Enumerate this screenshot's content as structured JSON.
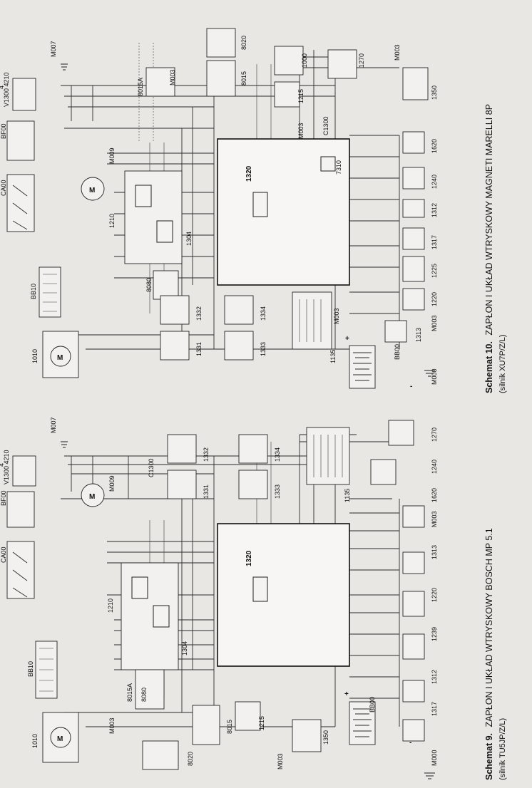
{
  "captions": {
    "left": {
      "prefix": "Schemat 9.",
      "title": "ZAPŁON I UKŁAD WTRYSKOWY BOSCH MP 5.1",
      "subtitle": "(silnik TU5JP/Z/L)"
    },
    "right": {
      "prefix": "Schemat 10.",
      "title": "ZAPŁON I UKŁAD WTRYSKOWY MAGNETI MARELLI 8P",
      "subtitle": "(silnik XU7P/Z/L)"
    }
  },
  "left": {
    "ecu": "1320",
    "components": {
      "c1010": "1010",
      "c1210": "1210",
      "c1304": "1304",
      "c1300": "C1300",
      "c1331": "1331",
      "c1332": "1332",
      "c1333": "1333",
      "c1334": "1334",
      "c1135": "1135",
      "c1270": "1270",
      "c1240": "1240",
      "c1620": "1620",
      "c1313": "1313",
      "c1220": "1220",
      "c1239": "1239",
      "c1312": "1312",
      "c1317": "1317",
      "c1350": "1350",
      "c1215": "1215",
      "c8015": "8015",
      "c8020": "8020",
      "c8015a": "8015A",
      "c8080": "8080",
      "bb10": "BB10",
      "bb00": "BB00",
      "ca00": "CA00",
      "bf00": "BF00",
      "m000": "M000",
      "m003a": "M003",
      "m003b": "M003",
      "m003c": "M003",
      "m009": "M009",
      "m007": "M007",
      "v1300": "V1300 4210",
      "four": "4"
    },
    "battery": {
      "plus": "+",
      "minus": "-"
    }
  },
  "right": {
    "ecu": "1320",
    "components": {
      "c1010": "1010",
      "c1210": "1210",
      "c1304": "1304",
      "c1300": "C1300",
      "c1331": "1331",
      "c1332": "1332",
      "c1333": "1333",
      "c1334": "1334",
      "c1135": "1135",
      "c1270": "1270",
      "c1240": "1240",
      "c1620": "1620",
      "c1313": "1313",
      "c1220": "1220",
      "c1225": "1225",
      "c1312": "1312",
      "c1317": "1317",
      "c1350": "1350",
      "c1215": "1215",
      "c1000": "1000",
      "c8015": "8015",
      "c8020": "8020",
      "c8015a": "8015A",
      "c8080": "8080",
      "c7310": "7310",
      "bb10": "BB10",
      "bb00": "BB00",
      "ca00": "CA00",
      "bf00": "BF00",
      "m000": "M000",
      "m003a": "M003",
      "m003b": "M003",
      "m003c": "M003",
      "m003d": "M003",
      "m003e": "M003",
      "m009": "M009",
      "m007": "M007",
      "v1300": "V1300 4210",
      "four": "4"
    },
    "battery": {
      "plus": "+",
      "minus": "-"
    }
  }
}
